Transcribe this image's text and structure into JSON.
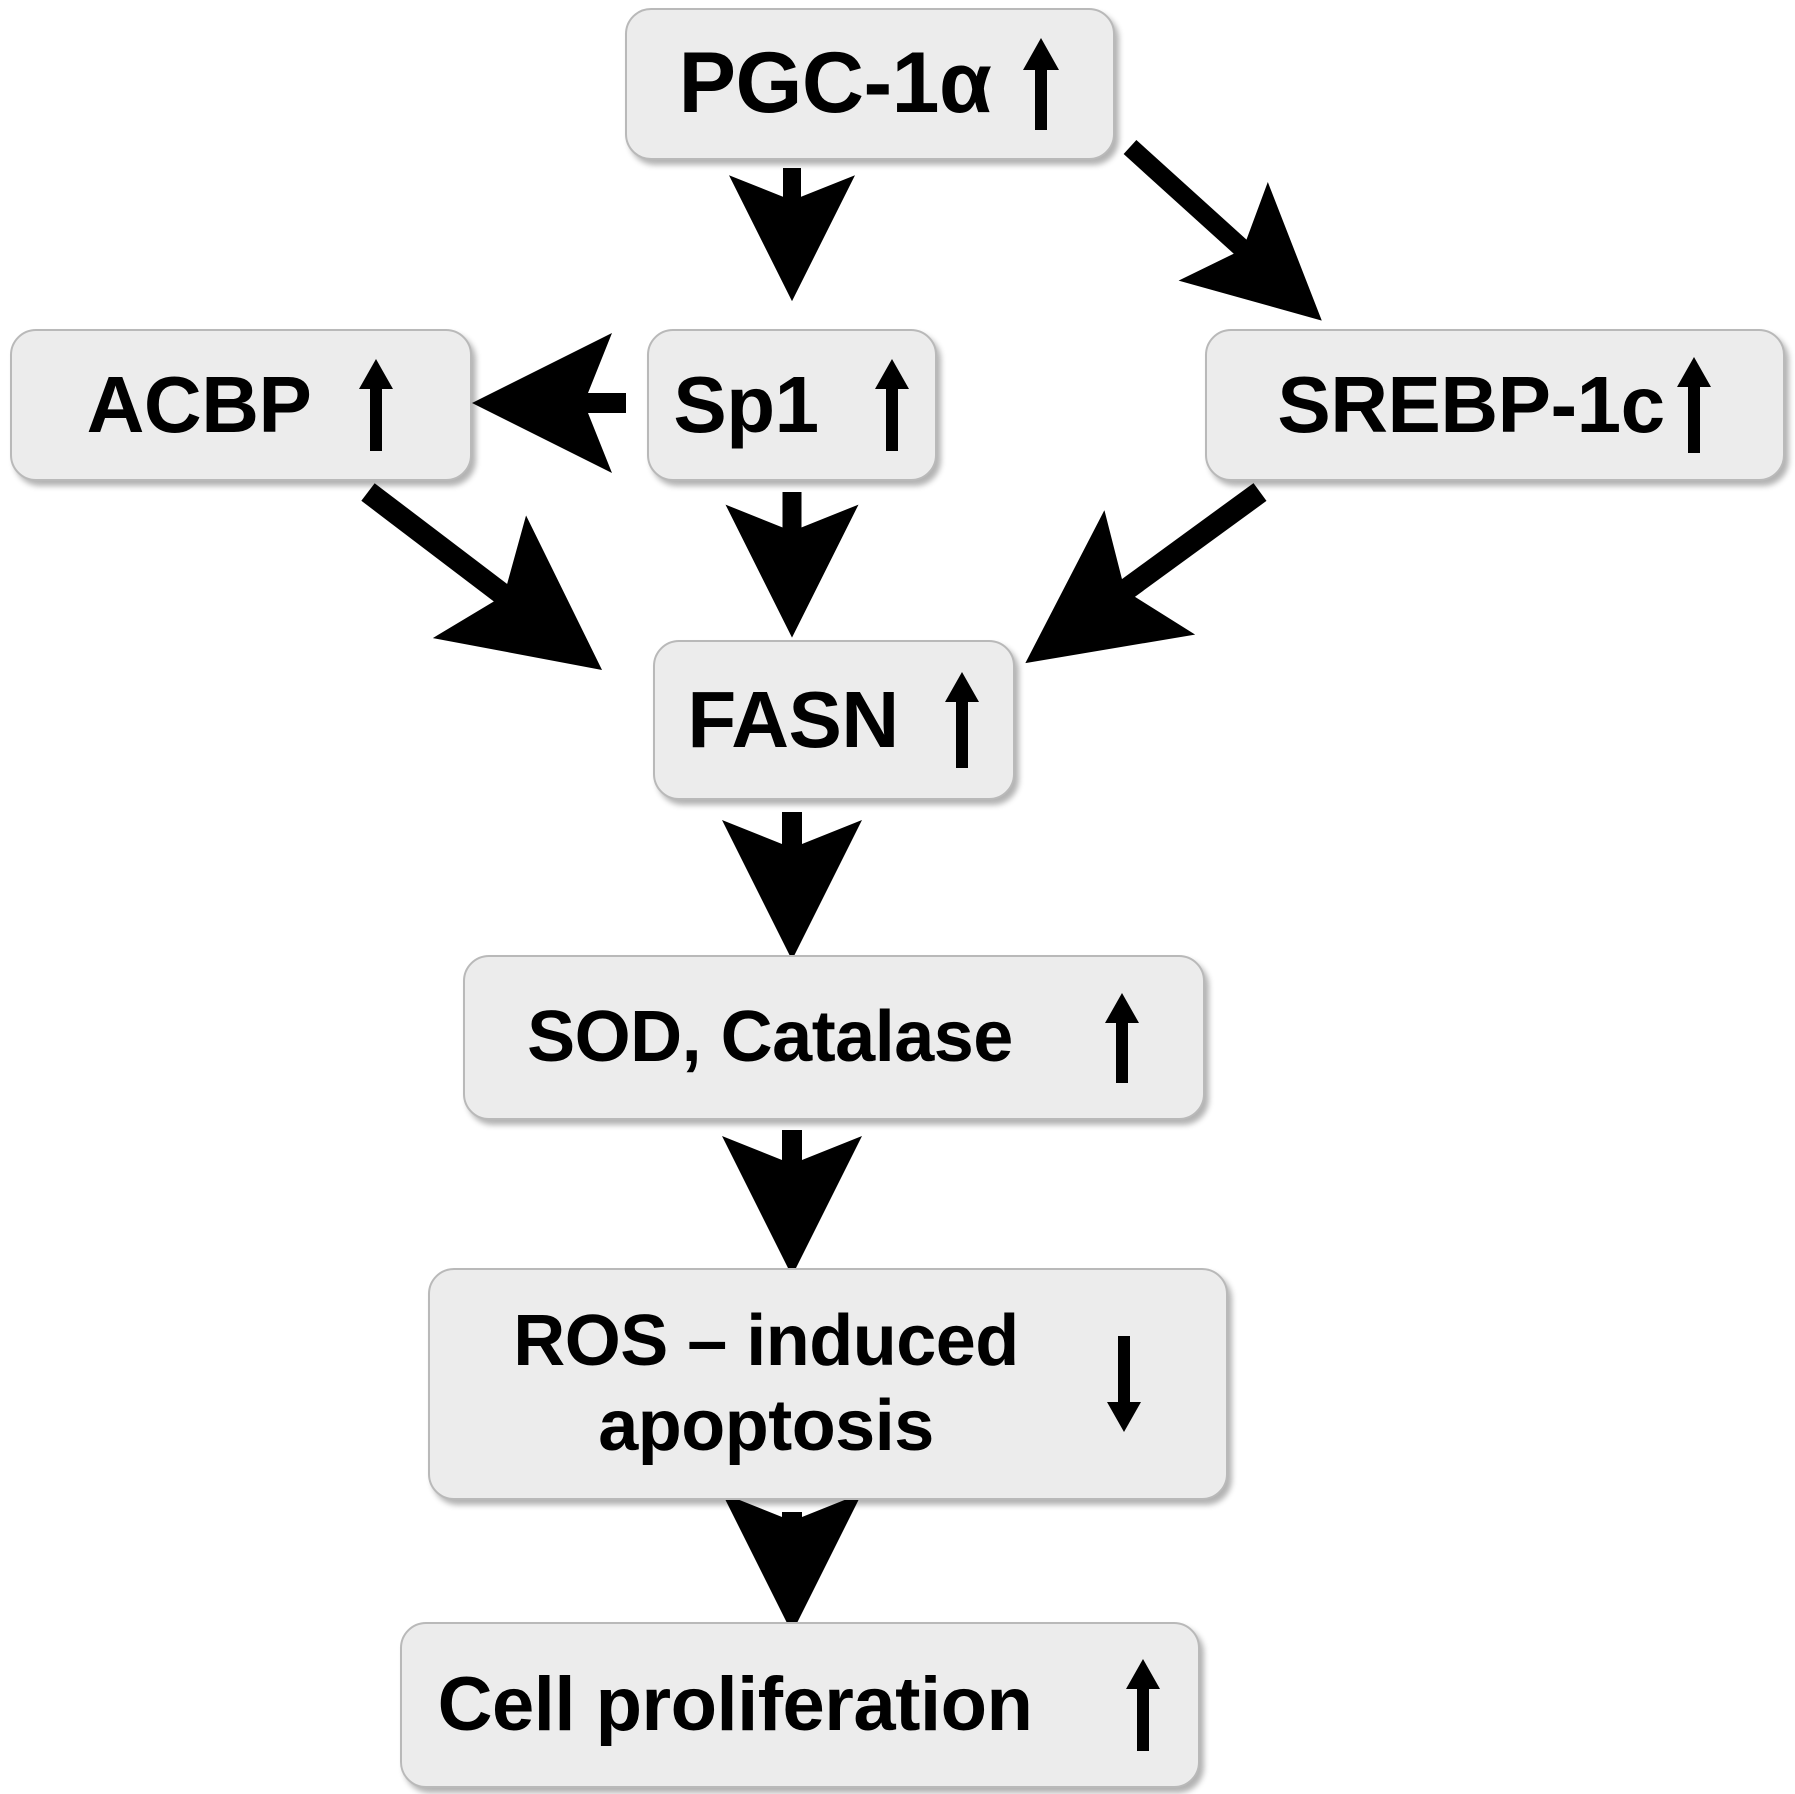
{
  "diagram": {
    "title": "PGC-1alpha signalling pathway flow chart",
    "background": "#ffffff",
    "node_fill": "#ECECEC",
    "node_border": "#B9B9B9",
    "arrow_color": "#000000",
    "nodes": [
      {
        "id": "pgc1a",
        "label": "PGC-1α",
        "trend": "up",
        "trend_symbol": "↑"
      },
      {
        "id": "acbp",
        "label": "ACBP",
        "trend": "up",
        "trend_symbol": "↑"
      },
      {
        "id": "sp1",
        "label": "Sp1",
        "trend": "up",
        "trend_symbol": "↑"
      },
      {
        "id": "srebp1c",
        "label": "SREBP-1c",
        "trend": "up",
        "trend_symbol": "↑"
      },
      {
        "id": "fasn",
        "label": "FASN",
        "trend": "up",
        "trend_symbol": "↑"
      },
      {
        "id": "sod",
        "label": "SOD, Catalase",
        "trend": "up",
        "trend_symbol": "↑"
      },
      {
        "id": "ros",
        "label": "ROS – induced\napoptosis",
        "trend": "down",
        "trend_symbol": "↓"
      },
      {
        "id": "cell",
        "label": "Cell proliferation",
        "trend": "up",
        "trend_symbol": "↑"
      }
    ],
    "edges": [
      {
        "id": "pgc1a-to-sp1",
        "from": "pgc1a",
        "to": "sp1",
        "style": "straight-down"
      },
      {
        "id": "pgc1a-to-srebp1c",
        "from": "pgc1a",
        "to": "srebp1c",
        "style": "diagonal-right"
      },
      {
        "id": "sp1-to-acbp",
        "from": "sp1",
        "to": "acbp",
        "style": "horizontal-left"
      },
      {
        "id": "sp1-to-fasn",
        "from": "sp1",
        "to": "fasn",
        "style": "straight-down"
      },
      {
        "id": "acbp-to-fasn",
        "from": "acbp",
        "to": "fasn",
        "style": "diagonal-right"
      },
      {
        "id": "srebp1c-to-fasn",
        "from": "srebp1c",
        "to": "fasn",
        "style": "diagonal-left"
      },
      {
        "id": "fasn-to-sod",
        "from": "fasn",
        "to": "sod",
        "style": "straight-down"
      },
      {
        "id": "sod-to-ros",
        "from": "sod",
        "to": "ros",
        "style": "straight-down"
      },
      {
        "id": "ros-to-cell",
        "from": "ros",
        "to": "cell",
        "style": "straight-down"
      }
    ]
  }
}
